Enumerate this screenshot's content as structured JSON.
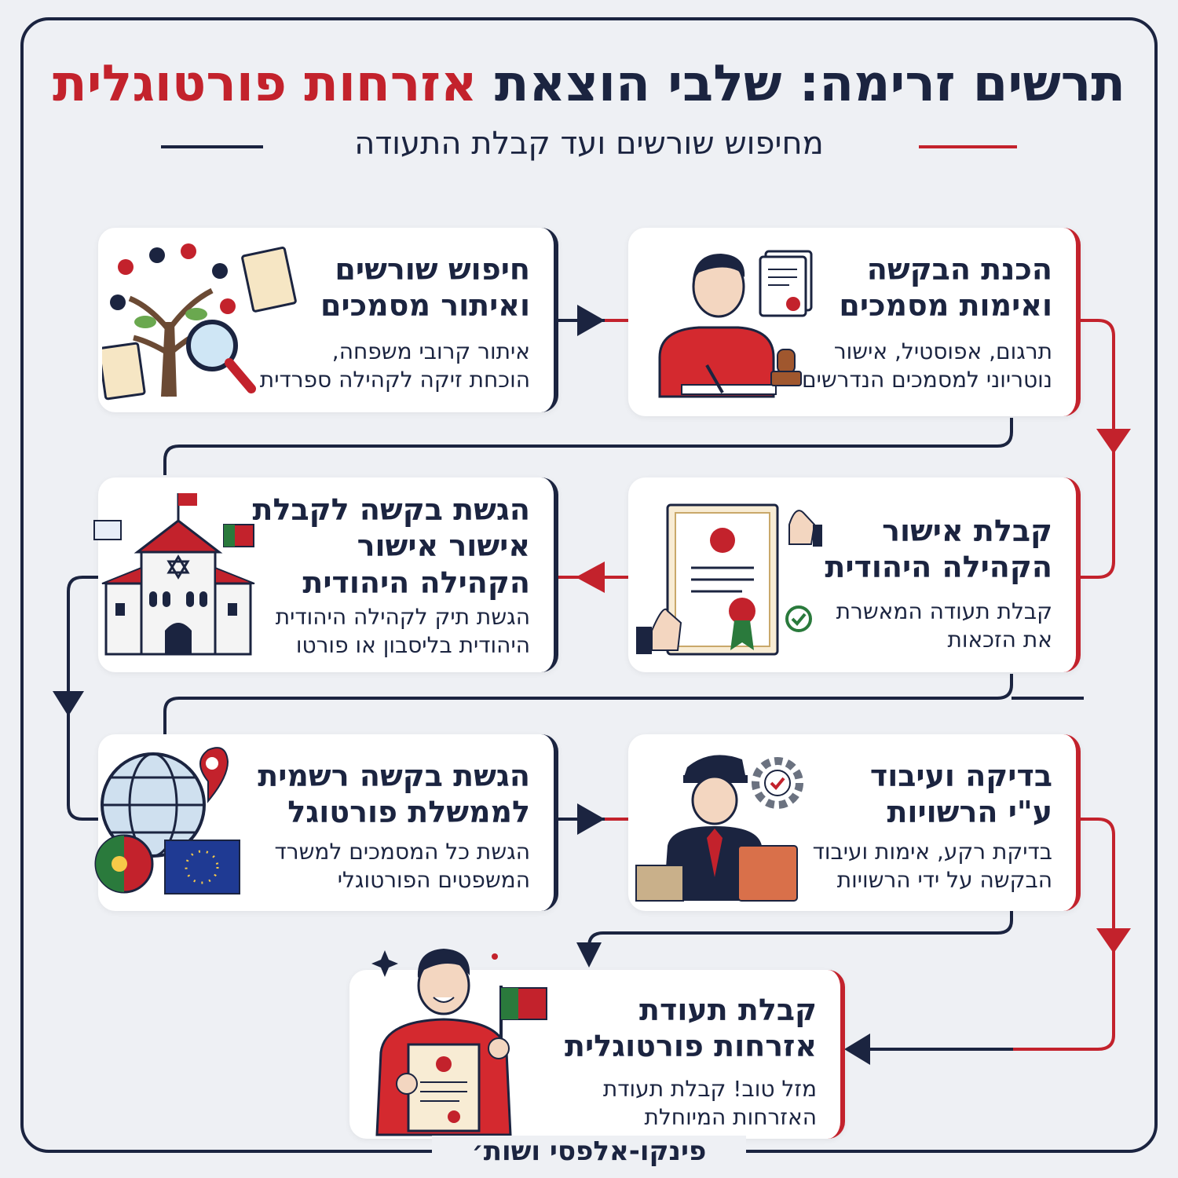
{
  "header": {
    "title_dark": "תרשים זרימה: שלבי הוצאת",
    "title_highlight": "אזרחות פורטוגלית",
    "subtitle": "מחיפוש שורשים ועד קבלת התעודה"
  },
  "steps": [
    {
      "title_line1": "הכנת הבקשה",
      "title_line2": "ואימות מסמכים",
      "title_line3": "",
      "desc_line1": "תרגום, אפוסטיל, אישור",
      "desc_line2": "נוטריוני למסמכים הנדרשים"
    },
    {
      "title_line1": "חיפוש שורשים",
      "title_line2": "ואיתור מסמכים",
      "title_line3": "",
      "desc_line1": "איתור קרובי משפחה,",
      "desc_line2": "הוכחת זיקה לקהילה ספרדית"
    },
    {
      "title_line1": "קבלת אישור",
      "title_line2": "הקהילה היהודית",
      "title_line3": "",
      "desc_line1": "קבלת תעודה המאשרת",
      "desc_line2": "את הזכאות"
    },
    {
      "title_line1": "הגשת בקשה לקבלת",
      "title_line2": "אישור אישור",
      "title_line3": "הקהילה היהודית",
      "desc_line1": "הגשת תיק לקהילה היהודית",
      "desc_line2": "היהודית בליסבון או פורטו"
    },
    {
      "title_line1": "בדיקה ועיבוד",
      "title_line2": "ע\"י הרשויות",
      "title_line3": "",
      "desc_line1": "בדיקת רקע, אימות ועיבוד",
      "desc_line2": "הבקשה על ידי הרשויות"
    },
    {
      "title_line1": "הגשת בקשה רשמית",
      "title_line2": "לממשלת פורטוגל",
      "title_line3": "",
      "desc_line1": "הגשת כל המסמכים למשרד",
      "desc_line2": "המשפטים הפורטוגלי"
    },
    {
      "title_line1": "קבלת תעודת",
      "title_line2": "אזרחות פורטוגלית",
      "title_line3": "",
      "desc_line1": "מזל טוב! קבלת תעודת",
      "desc_line2": "האזרחות המיוחלת"
    }
  ],
  "footer": "פינקו-אלפסי ושות׳",
  "colors": {
    "navy": "#1b2440",
    "red": "#c3222c",
    "green": "#2a7a3c",
    "background": "#eef0f4"
  }
}
